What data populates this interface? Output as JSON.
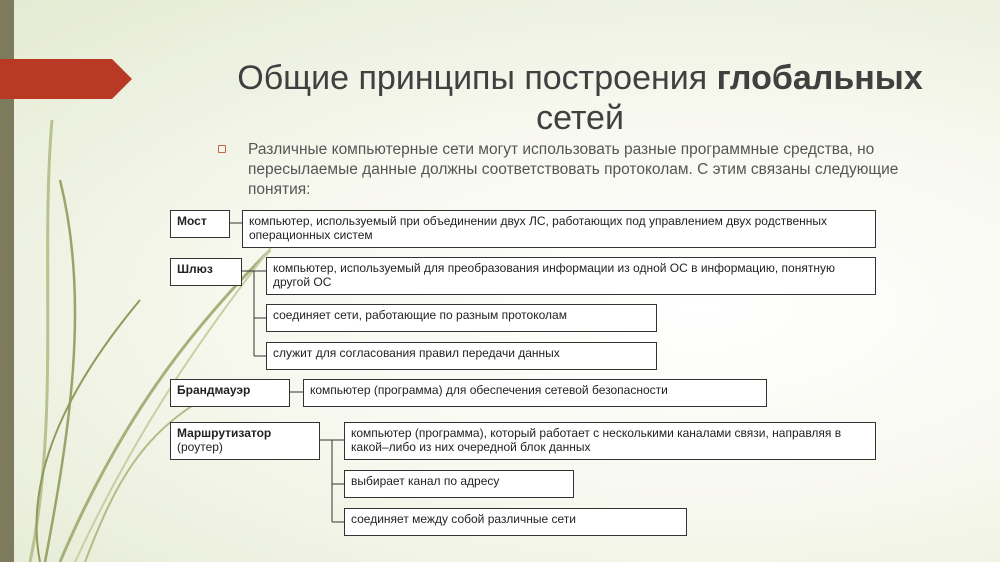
{
  "slide": {
    "title_regular": "Общие принципы построения ",
    "title_bold": "глобальных",
    "title_line2": "сетей",
    "intro": "Различные компьютерные сети могут использовать разные программные средства, но пересылаемые данные должны соответствовать протоколам. С этим связаны следующие понятия:"
  },
  "diagram": {
    "terms": [
      {
        "name": "Мост",
        "defs": [
          "компьютер, используемый при объединении двух ЛС, работающих под управлением двух родственных операционных систем"
        ]
      },
      {
        "name": "Шлюз",
        "defs": [
          "компьютер, используемый для преобразования информации из одной ОС в информацию, понятную другой ОС",
          "соединяет сети, работающие по разным протоколам",
          "служит для согласования правил передачи данных"
        ]
      },
      {
        "name": "Брандмауэр",
        "defs": [
          "компьютер (программа) для обеспечения сетевой безопасности"
        ]
      },
      {
        "name": "Маршрутизатор",
        "subname": "(роутер)",
        "defs": [
          "компьютер (программа), который работает с несколькими каналами связи, направляя в какой–либо из них очередной блок данных",
          "выбирает канал по адресу",
          "соединяет между собой различные сети"
        ]
      }
    ]
  },
  "colors": {
    "accent_arrow": "#b83a24",
    "sidebar": "#7e7a5c",
    "title_text": "#404040",
    "body_text": "#555555"
  }
}
